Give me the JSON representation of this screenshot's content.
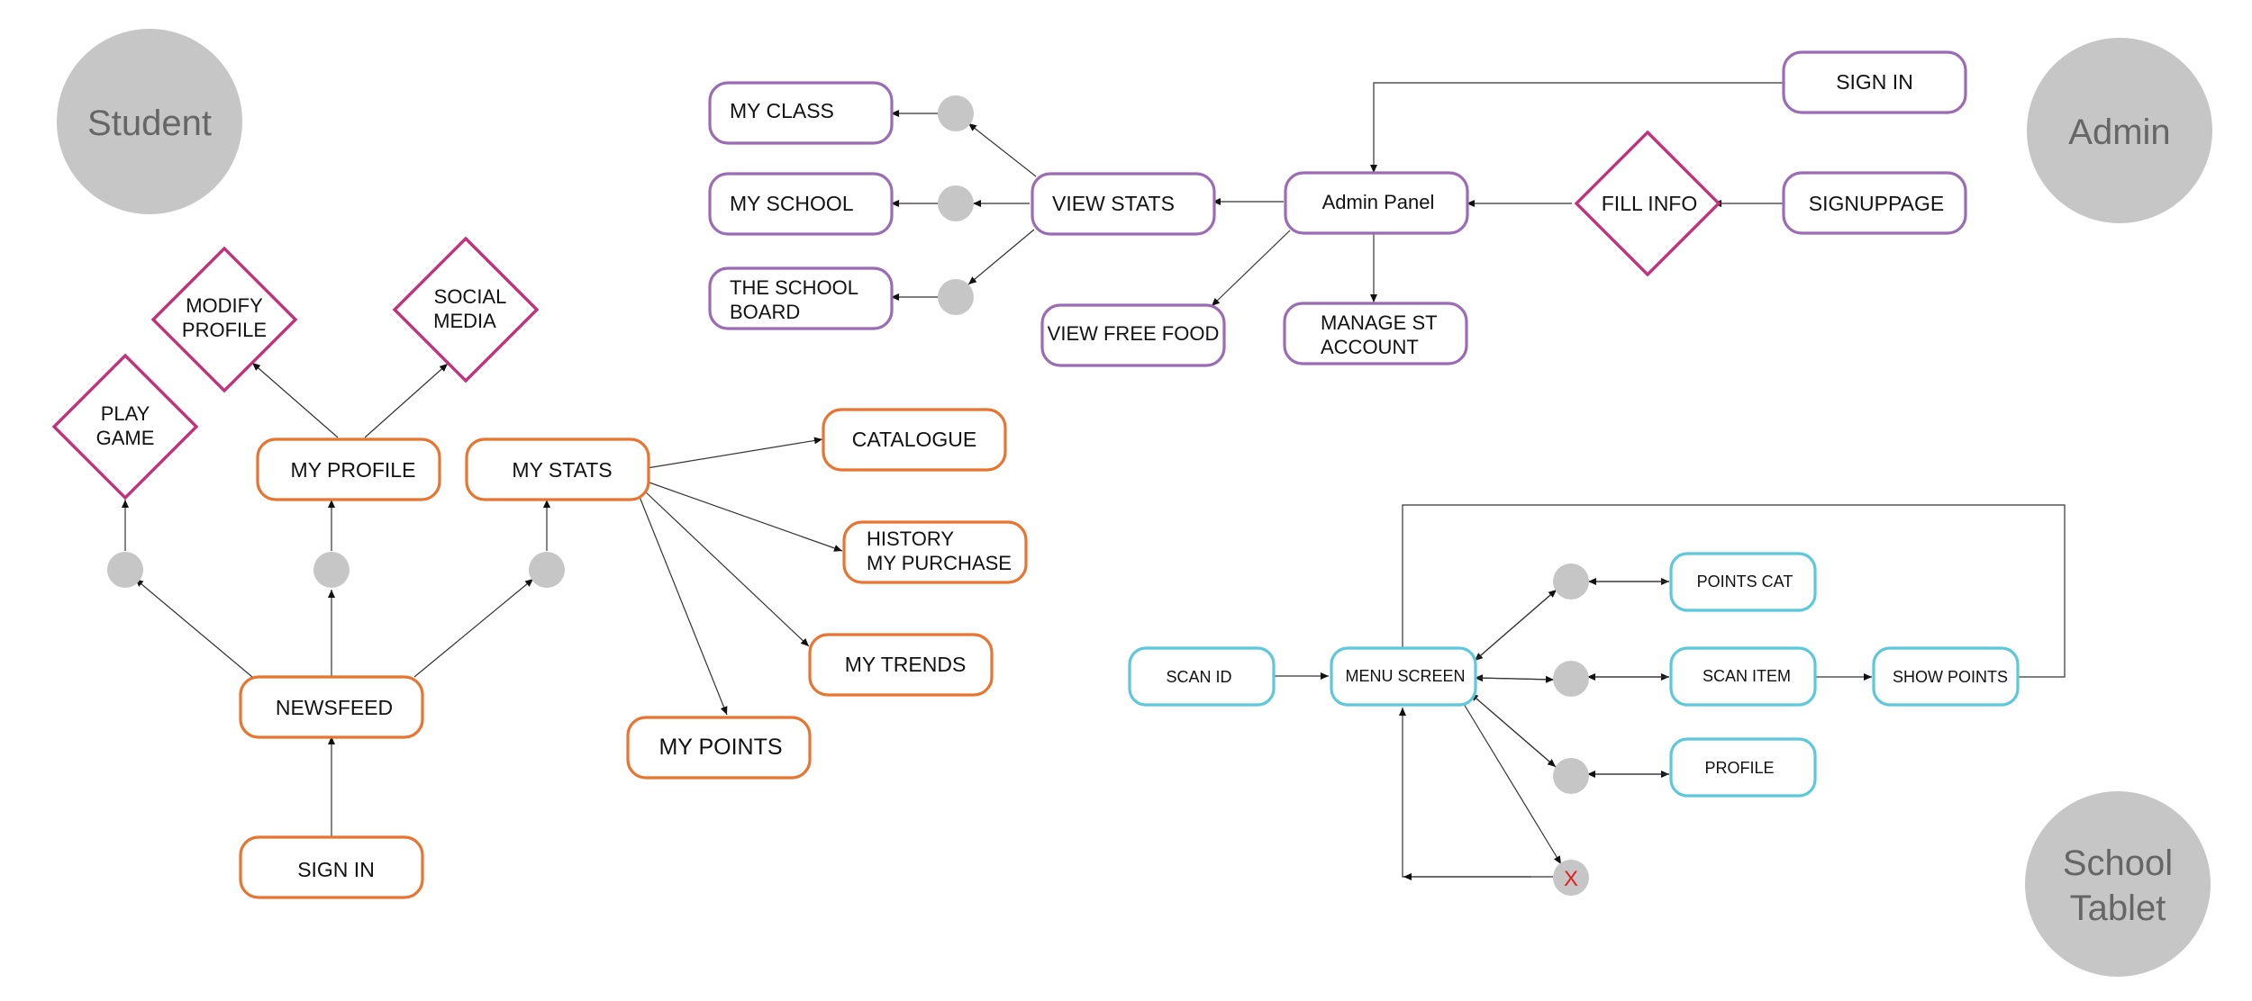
{
  "roles": {
    "student": [
      "Student"
    ],
    "admin": [
      "Admin"
    ],
    "tablet": [
      "School",
      "Tablet"
    ]
  },
  "student": {
    "sign_in": "SIGN IN",
    "newsfeed": "NEWSFEED",
    "my_profile": "MY PROFILE",
    "my_stats": "MY STATS",
    "play_game": [
      "PLAY",
      "GAME"
    ],
    "modify_profile": [
      "MODIFY",
      "PROFILE"
    ],
    "social_media": [
      "SOCIAL",
      "MEDIA"
    ],
    "catalogue": "CATALOGUE",
    "history_purchase": [
      "HISTORY",
      "MY PURCHASE"
    ],
    "my_trends": "MY TRENDS",
    "my_points": "MY POINTS"
  },
  "admin": {
    "sign_in": "SIGN IN",
    "signuppage": "SIGNUPPAGE",
    "fill_info": "FILL INFO",
    "admin_panel": "Admin Panel",
    "view_stats": "VIEW STATS",
    "my_class": "MY CLASS",
    "my_school": "MY SCHOOL",
    "school_board": [
      "THE SCHOOL",
      "BOARD"
    ],
    "view_free_food": "VIEW FREE FOOD",
    "manage_st_account": [
      "MANAGE ST",
      "ACCOUNT"
    ]
  },
  "tablet": {
    "scan_id": "SCAN ID",
    "menu_screen": "MENU SCREEN",
    "points_cat": "POINTS CAT",
    "scan_item": "SCAN ITEM",
    "show_points": "SHOW POINTS",
    "profile": "PROFILE",
    "exit_mark": "X"
  },
  "colors": {
    "student_box": "#e87430",
    "admin_box": "#9b6bb5",
    "tablet_box": "#5cc8dc",
    "decision_diamond": "#c4317a",
    "junction_dot": "#c6c6c6",
    "role_circle": "#c6c6c6",
    "exit_mark": "#e02020"
  }
}
